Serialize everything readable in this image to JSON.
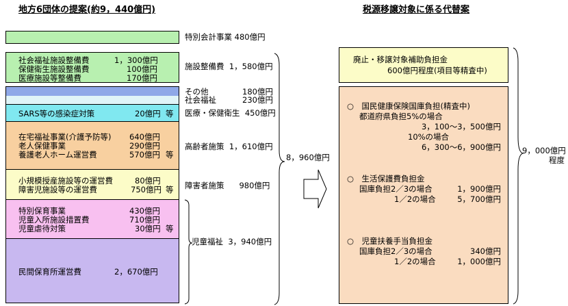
{
  "left_title": "地方6団体の提案(約9，440億円)",
  "right_title": "税源移譲対象に係る代替案",
  "special": {
    "label": "特別会計事業",
    "amount": "480億円"
  },
  "facilities": {
    "items": [
      [
        "社会福祉施設整備費",
        "1，300億円"
      ],
      [
        "保健衛生施設整備費",
        "100億円"
      ],
      [
        "医療施設等整備費",
        "170億円"
      ]
    ],
    "total_label": "施設整備費",
    "total": "1，580億円"
  },
  "other": {
    "label": "その他",
    "amount": "180億円"
  },
  "social": {
    "label": "社会福祉",
    "amount": "230億円"
  },
  "medical": {
    "item": "SARS等の感染症対策",
    "amount": "20億円",
    "etc": "等",
    "label": "医療・保健衛生",
    "total": "450億円"
  },
  "elderly": {
    "items": [
      [
        "在宅福祉事業(介護予防等)",
        "640億円"
      ],
      [
        "老人保健事業",
        "290億円"
      ],
      [
        "養護老人ホーム運営費",
        "570億円"
      ]
    ],
    "etc": "等",
    "label": "高齢者施策",
    "total": "1，610億円"
  },
  "disabled": {
    "items": [
      [
        "小規模授産施設等の運営費",
        "80億円"
      ],
      [
        "障害児施設等の運営費",
        "750億円"
      ]
    ],
    "etc": "等",
    "label": "障害者施策",
    "total": "980億円"
  },
  "child": {
    "items": [
      [
        "特別保育事業",
        "430億円"
      ],
      [
        "児童入所施設措置費",
        "710億円"
      ],
      [
        "児童虐待対策",
        "30億円"
      ]
    ],
    "etc": "等",
    "nursery": [
      "民間保育所運営費",
      "2，670億円"
    ],
    "label": "児童福祉",
    "total": "3，940億円"
  },
  "left_total": "8，960億円",
  "abolish": {
    "line1": "廃止・移譲対象補助負担金",
    "line2": "600億円程度(項目等精査中)"
  },
  "alternatives": [
    {
      "head": "○　国民健康保険国庫負担(精査中)",
      "lines": [
        "都道府県負担5%の場合",
        "3，100～3，500億円",
        "10%の場合",
        "6，300～6，900億円"
      ]
    },
    {
      "head": "○　生活保護費負担金",
      "lines": [
        "国庫負担2／3の場合",
        "1，900億円",
        "1／2の場合",
        "5，700億円"
      ]
    },
    {
      "head": "○　児童扶養手当負担金",
      "lines": [
        "国庫負担2／3の場合",
        "340億円",
        "1／2の場合",
        "1，000億円"
      ]
    }
  ],
  "right_total": "9，000億円",
  "right_total_suffix": "程度",
  "colors": {
    "green": "#b8f0b0",
    "blue": "#8fa8e8",
    "lightblue": "#e0f4f8",
    "cyan": "#80e8f0",
    "orange": "#f8d0a0",
    "yellow": "#fcfcc8",
    "pink": "#f8c0f0",
    "lavender": "#c8b8f0",
    "peach": "#fadcc0"
  }
}
